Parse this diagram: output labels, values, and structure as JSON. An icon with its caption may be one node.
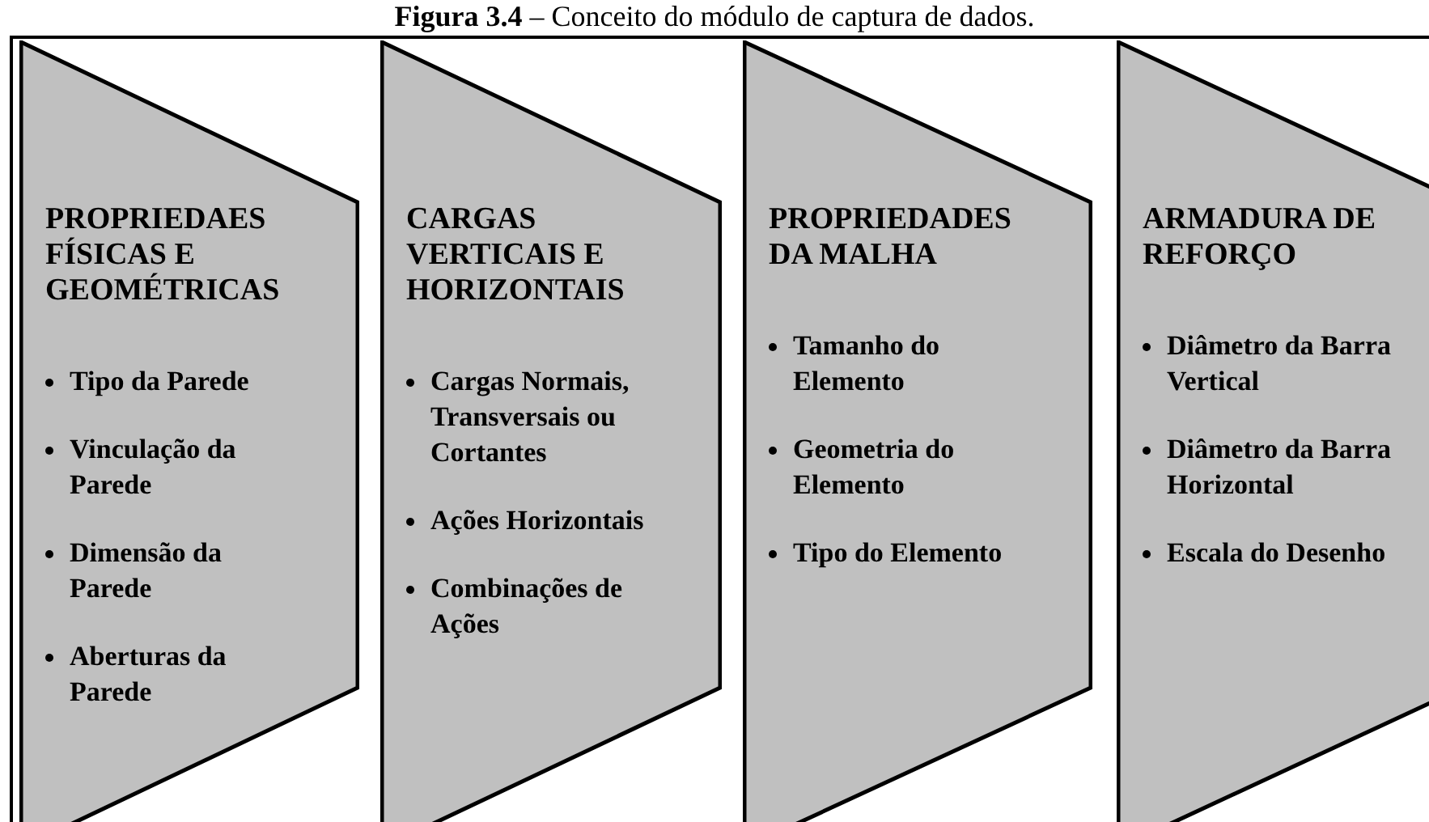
{
  "diagram": {
    "title": "**Figura 3.4** – Conceito do módulo de captura de dados.",
    "nodes": [
      {
        "text": [
          "PROPRIEDAES FÍSICAS E GEOMÉTRICAS",
          "Tipo da Parede",
          "Vinculação da Parede",
          "Dimensão da Parede",
          "Aberturas da Parede"
        ]
      },
      {
        "text": [
          "CARGAS VERTICAIS E HORIZONTAIS",
          "Cargas Normais, Transversais ou Cortantes",
          "Ações Horizontais",
          "Combinações de Ações"
        ]
      },
      {
        "text": [
          "PROPRIEDADES DA MALHA",
          "Tamanho do Elemento",
          "Geometria do Elemento",
          "Tipo do Elemento"
        ]
      },
      {
        "text": [
          "ARMADURA DE REFORÇO",
          "Diâmetro da Barra Vertical",
          "Diâmetro da Barra Horizontal",
          "Escala do Desenho"
        ]
      }
    ]
  }
}
